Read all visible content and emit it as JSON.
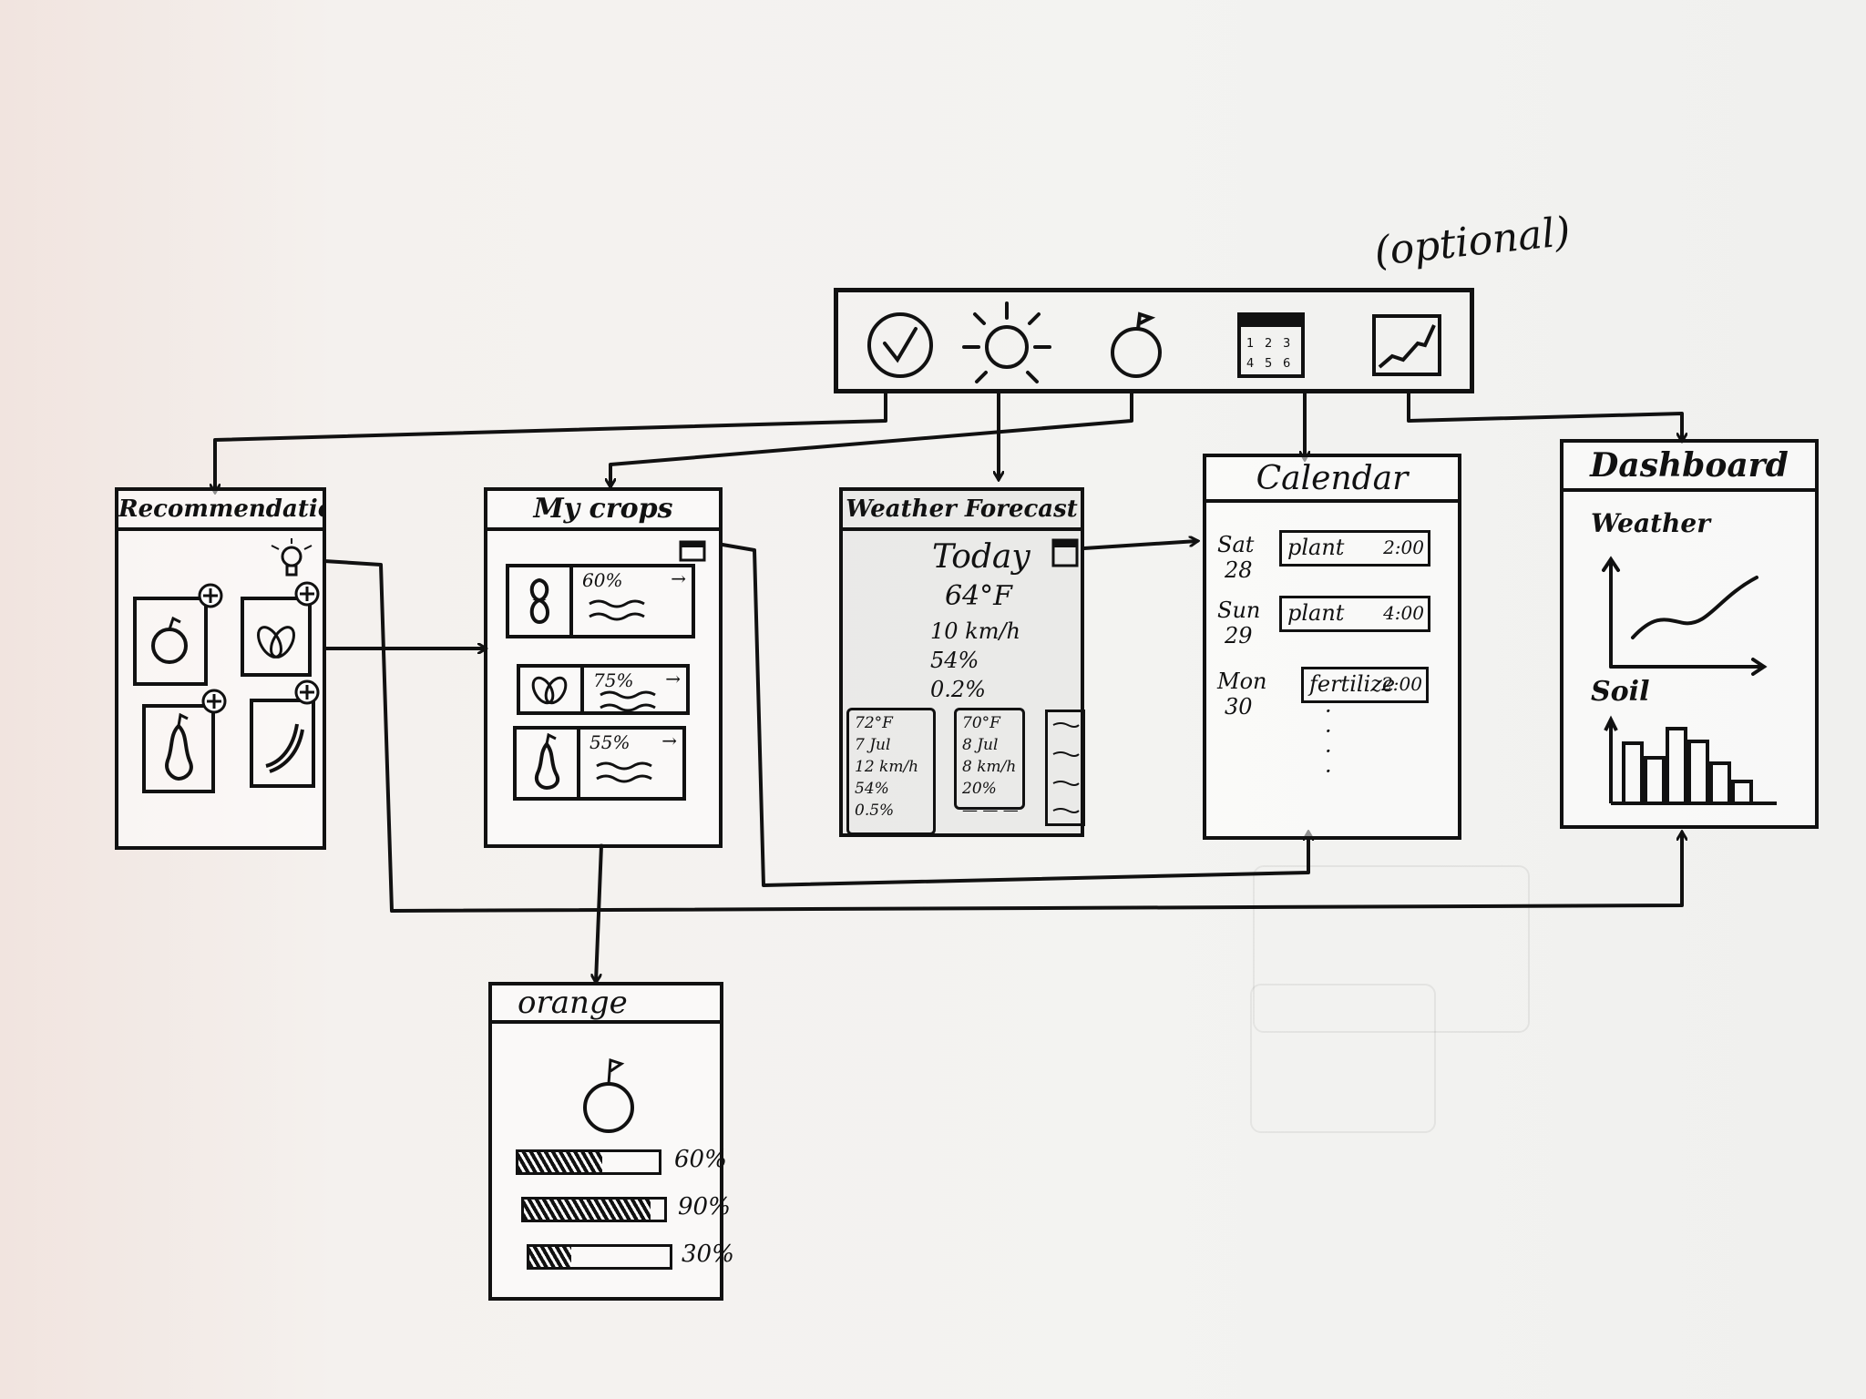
{
  "optional_note": "(optional)",
  "nav": {
    "icons": [
      "check-icon",
      "sun-icon",
      "apple-icon",
      "calendar-icon",
      "chart-icon"
    ]
  },
  "recommendations": {
    "title": "Recommendatio"
  },
  "my_crops": {
    "title": "My crops",
    "rows": [
      {
        "value": "60%",
        "icon": "orange-icon"
      },
      {
        "value": "75%",
        "icon": "leaf-icon"
      },
      {
        "value": "55%",
        "icon": "pear-icon"
      }
    ]
  },
  "weather": {
    "title": "Weather Forecast",
    "today_label": "Today",
    "today_temp": "64°F",
    "today_wind": "10 km/h",
    "today_humidity": "54%",
    "today_rain": "0.2%",
    "days": [
      {
        "temp": "72°F",
        "date": "7 Jul",
        "wind": "12 km/h",
        "humidity": "54%",
        "rain": "0.5%"
      },
      {
        "temp": "70°F",
        "date": "8 Jul",
        "wind": "8 km/h",
        "humidity": "20%",
        "rain": "— — —"
      }
    ]
  },
  "calendar": {
    "title": "Calendar",
    "entries": [
      {
        "day": "Sat",
        "date": "28",
        "task": "plant",
        "time": "2:00"
      },
      {
        "day": "Sun",
        "date": "29",
        "task": "plant",
        "time": "4:00"
      },
      {
        "day": "Mon",
        "date": "30",
        "task": "fertilize",
        "time": "2:00"
      }
    ]
  },
  "dashboard": {
    "title": "Dashboard",
    "weather_label": "Weather",
    "soil_label": "Soil"
  },
  "orange": {
    "title": "orange",
    "bars": [
      {
        "label": "60%",
        "fraction": 0.6
      },
      {
        "label": "90%",
        "fraction": 0.9
      },
      {
        "label": "30%",
        "fraction": 0.3
      }
    ]
  }
}
